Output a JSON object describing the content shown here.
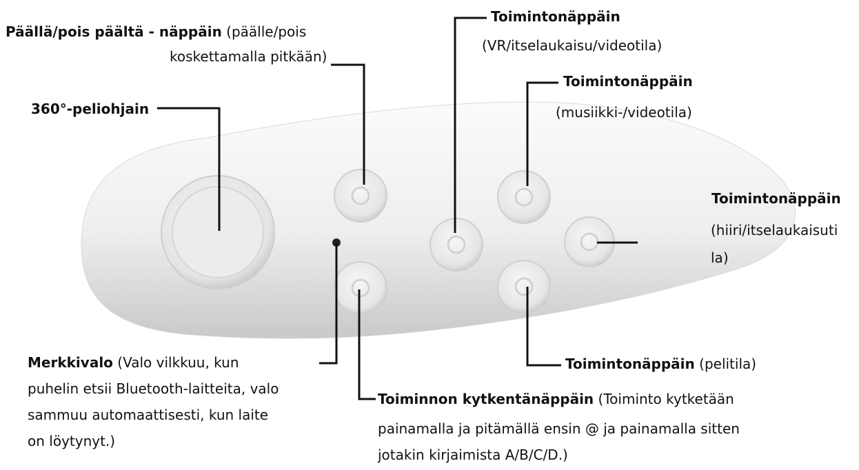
{
  "labels": {
    "power": {
      "bold": "Päällä/pois päältä - näppäin",
      "desc_line1": " (päälle/pois",
      "desc_line2": "koskettamalla pitkään)"
    },
    "joystick": {
      "bold": "360°-peliohjain"
    },
    "function_vr": {
      "bold": "Toimintonäppäin",
      "desc": "(VR/itselaukaisu/videotila)"
    },
    "function_music": {
      "bold": "Toimintonäppäin",
      "desc": "(musiikki-/videotila)"
    },
    "function_mouse": {
      "bold": "Toimintonäppäin",
      "desc_line1": "(hiiri/itselaukaisuti",
      "desc_line2": "la)"
    },
    "function_game": {
      "bold": "Toimintonäppäin",
      "desc": " (pelitila)"
    },
    "indicator": {
      "bold": "Merkkivalo",
      "desc_line1": " (Valo vilkkuu, kun",
      "desc_line2": "puhelin etsii Bluetooth-laitteita, valo",
      "desc_line3": "sammuu automaattisesti, kun laite",
      "desc_line4": "on löytynyt.)"
    },
    "switch": {
      "bold": "Toiminnon kytkentänäppäin",
      "desc_line1": " (Toiminto kytketään",
      "desc_line2": "painamalla ja pitämällä ensin @ ja painamalla sitten",
      "desc_line3": "jotakin kirjaimista A/B/C/D.)"
    }
  },
  "colors": {
    "body_light": "#f7f7f7",
    "body_shadow": "#cfcfcf",
    "button_face": "#ececec",
    "line": "#111111"
  }
}
